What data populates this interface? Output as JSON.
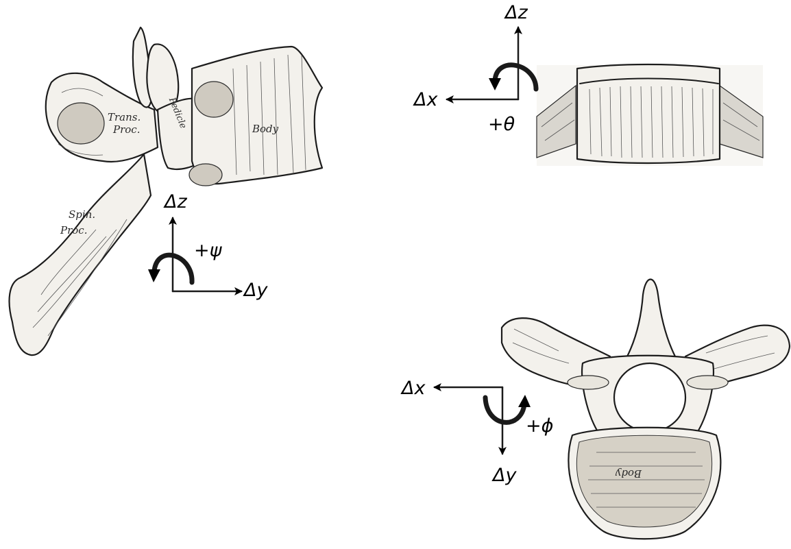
{
  "lateral_view": {
    "anatomy_labels": {
      "trans_line1": "Trans.",
      "trans_line2": "Proc.",
      "pedicle": "Pedicle",
      "body": "Body",
      "spin_line1": "Spin.",
      "spin_line2": "Proc."
    },
    "axes": {
      "vertical": "Δz",
      "horizontal": "Δy",
      "rotation": "+ψ"
    }
  },
  "frontal_view": {
    "axes": {
      "vertical": "Δz",
      "horizontal": "Δx",
      "rotation": "+θ"
    }
  },
  "axial_view": {
    "anatomy_labels": {
      "body": "Body"
    },
    "axes": {
      "horizontal": "Δx",
      "vertical": "Δy",
      "rotation": "+ϕ"
    }
  }
}
